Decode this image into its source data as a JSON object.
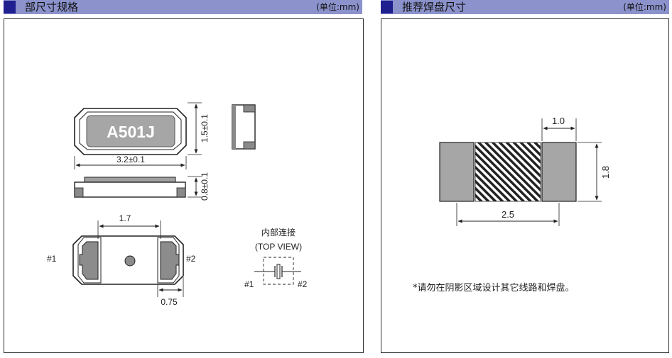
{
  "left": {
    "title": "部尺寸规格",
    "unit": "(单位:mm)",
    "marking": "A501J",
    "dims": {
      "width": "3.2±0.1",
      "height": "1.5±0.1",
      "thickness": "0.8±0.1",
      "pad_spacing": "1.7",
      "pad_width": "0.75"
    },
    "pins": {
      "p1": "#1",
      "p2": "#2"
    },
    "connection": {
      "title": "内部连接",
      "view": "(TOP VIEW)",
      "p1": "#1",
      "p2": "#2"
    }
  },
  "right": {
    "title": "推荐焊盘尺寸",
    "unit": "(单位:mm)",
    "dims": {
      "pad_width": "1.0",
      "pad_height": "1.8",
      "total_width": "2.5"
    },
    "note": "*请勿在阴影区域设计其它线路和焊盘。"
  }
}
